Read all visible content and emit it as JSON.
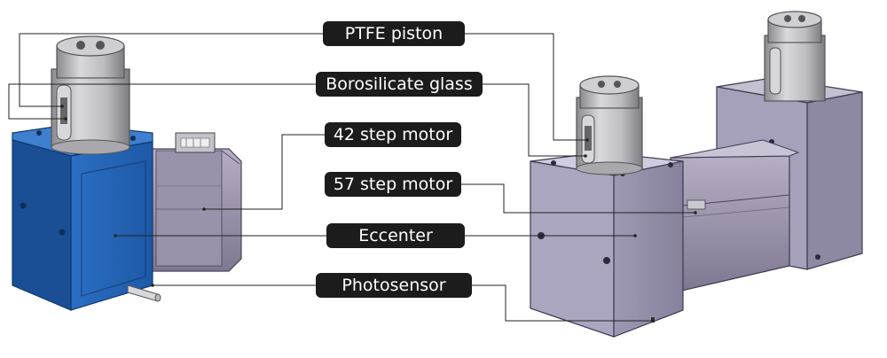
{
  "labels": {
    "ptfe_piston": "PTFE piston",
    "borosilicate_glass": "Borosilicate glass",
    "step_motor_42": "42 step motor",
    "step_motor_57": "57 step motor",
    "eccenter": "Eccenter",
    "photosensor": "Photosensor"
  },
  "colors": {
    "left_housing": "#1f5fb3",
    "right_housing": "#8e8aa4",
    "label_bg": "#1c1c1c",
    "label_text": "#ffffff",
    "leader_line": "#222222"
  }
}
